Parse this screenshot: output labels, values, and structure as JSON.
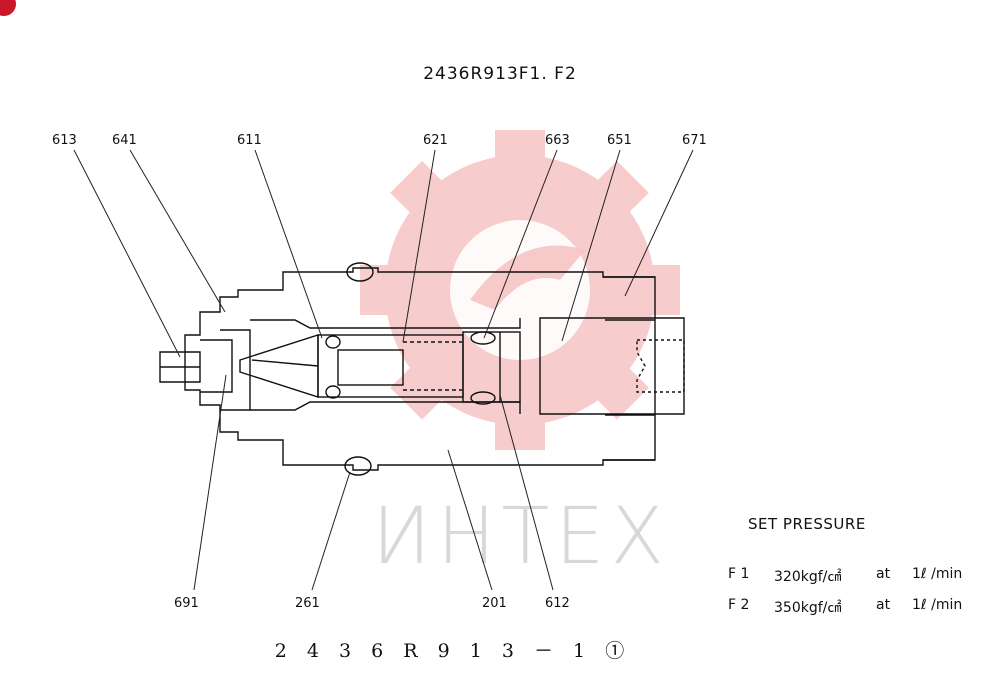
{
  "title": "2436R913F1. F2",
  "drawing_number": "2 4 3 6 R 9 1 3 － 1 ①",
  "watermark": {
    "text": "ИНТЕХ",
    "color": "#f4b8b8"
  },
  "part_labels": {
    "p613": "613",
    "p641": "641",
    "p611": "611",
    "p621": "621",
    "p663": "663",
    "p651": "651",
    "p671": "671",
    "p691": "691",
    "p261": "261",
    "p201": "201",
    "p612": "612"
  },
  "legend": {
    "title": "SET PRESSURE",
    "rows": [
      {
        "name": "F 1",
        "pressure": "320kgf/㎠",
        "at": "at",
        "flow": "1ℓ /min"
      },
      {
        "name": "F 2",
        "pressure": "350kgf/㎠",
        "at": "at",
        "flow": "1ℓ /min"
      }
    ]
  }
}
